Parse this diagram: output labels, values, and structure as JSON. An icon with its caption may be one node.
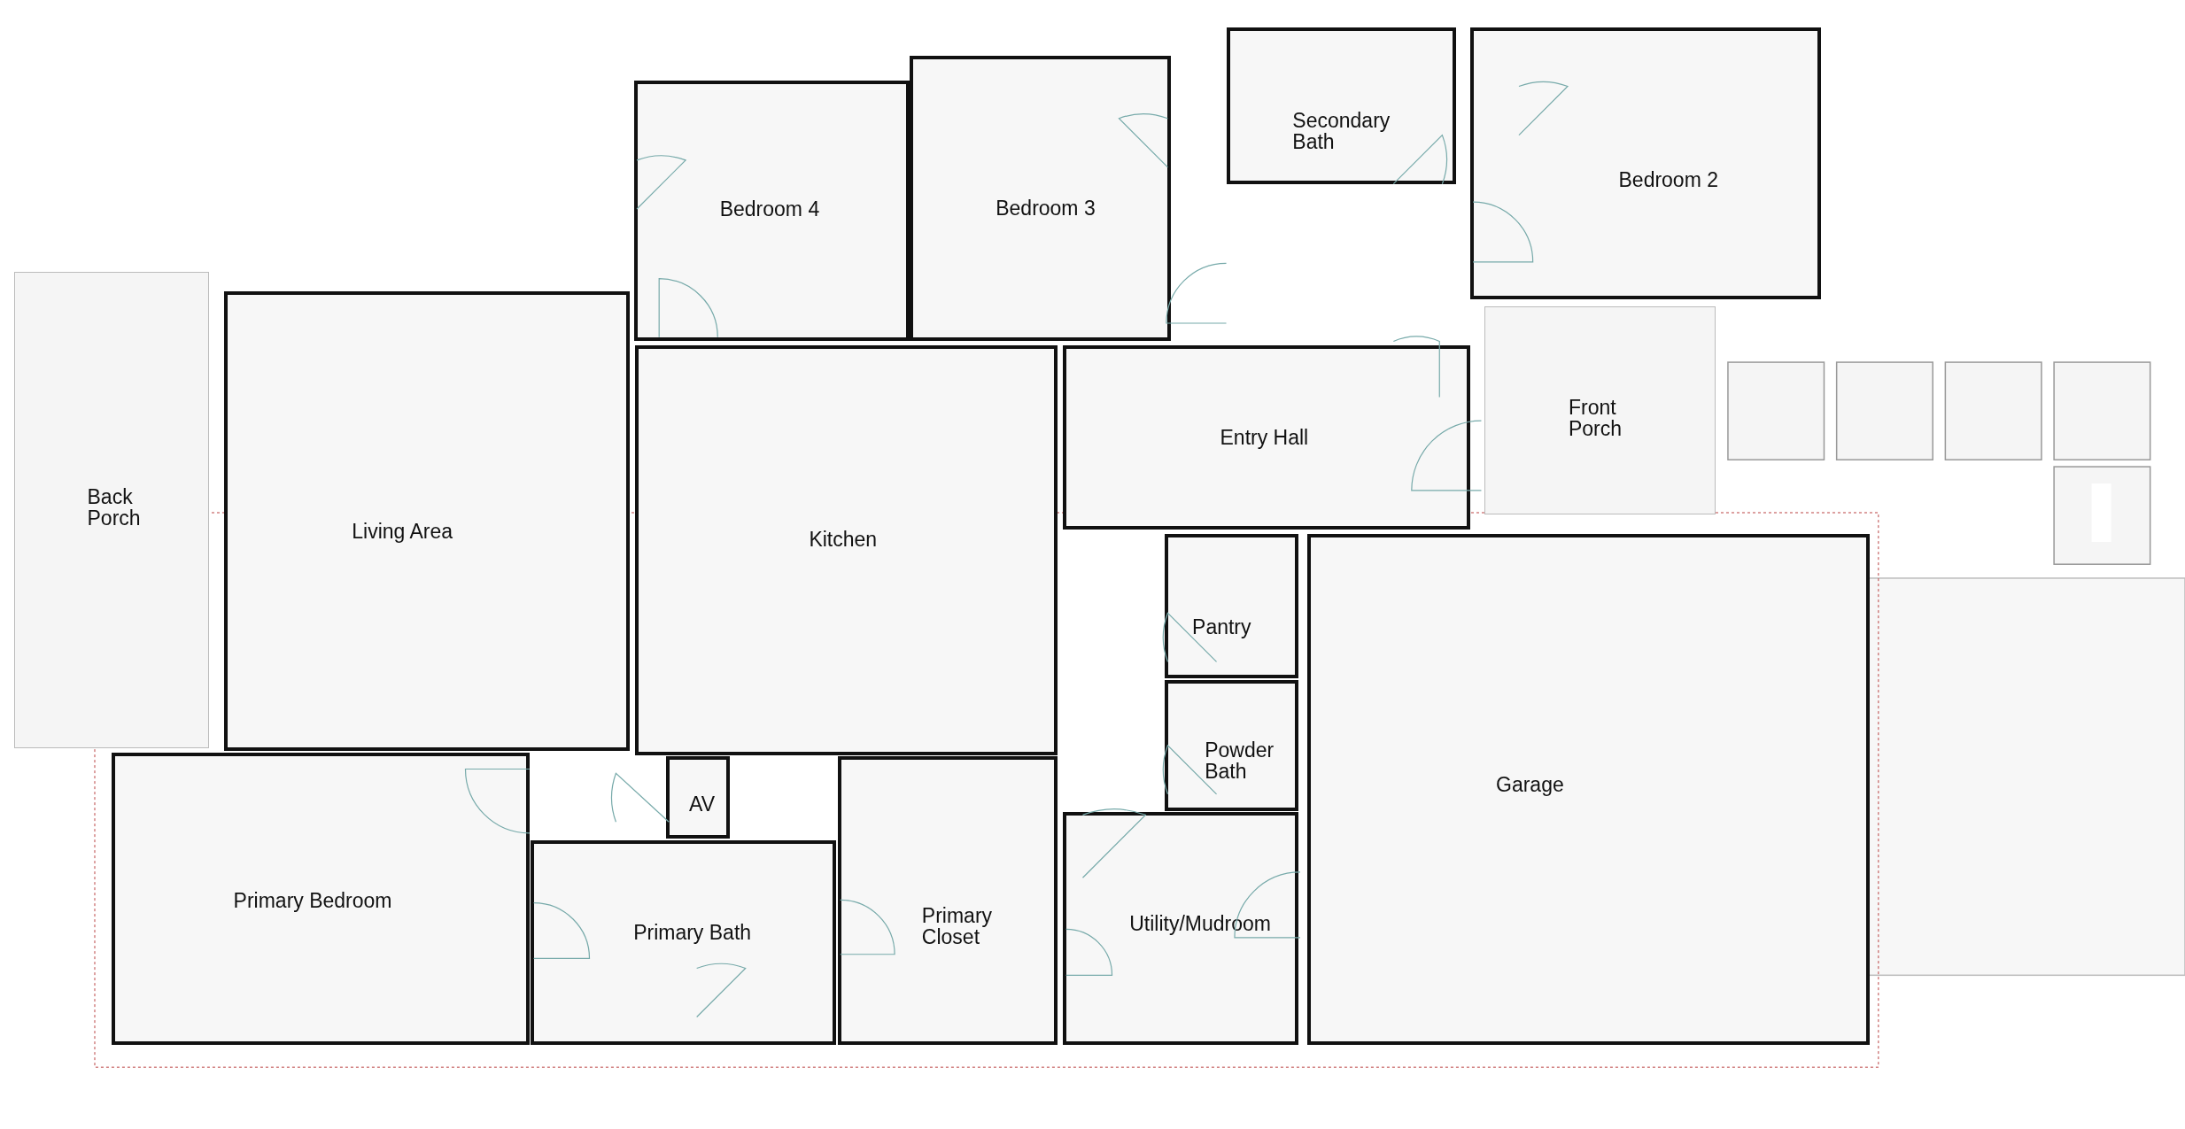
{
  "diagram": {
    "nodes": [
      {
        "text": [
          "Bedroom 4"
        ]
      },
      {
        "text": [
          "Bedroom 3"
        ]
      },
      {
        "text": [
          "Secondary Bath"
        ]
      },
      {
        "text": [
          "Bedroom 2"
        ]
      },
      {
        "text": [
          "Back Porch"
        ]
      },
      {
        "text": [
          "Living Area"
        ]
      },
      {
        "text": [
          "Kitchen"
        ]
      },
      {
        "text": [
          "Entry Hall"
        ]
      },
      {
        "text": [
          "Front Porch"
        ]
      },
      {
        "text": [
          "Pantry"
        ]
      },
      {
        "text": [
          "Powder Bath"
        ]
      },
      {
        "text": [
          "Garage"
        ]
      },
      {
        "text": [
          "AV"
        ]
      },
      {
        "text": [
          "Primary Bedroom"
        ]
      },
      {
        "text": [
          "Primary Bath"
        ]
      },
      {
        "text": [
          "Primary Closet"
        ]
      },
      {
        "text": [
          "Utility/Mudroom"
        ]
      }
    ]
  }
}
